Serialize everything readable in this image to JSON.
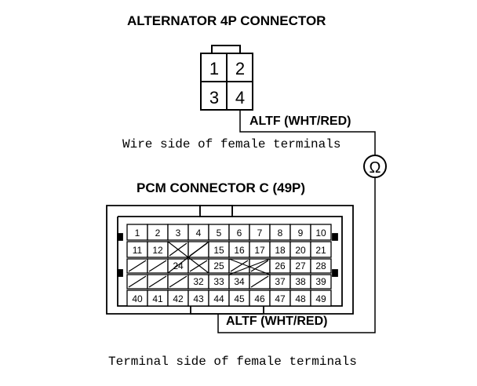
{
  "alternator": {
    "title": "ALTERNATOR 4P CONNECTOR",
    "pins": [
      "1",
      "2",
      "3",
      "4"
    ],
    "wire_label": "ALTF (WHT/RED)"
  },
  "alternator_view": "Wire side of female terminals",
  "meter": {
    "symbol": "Ω"
  },
  "pcm": {
    "title": "PCM CONNECTOR C (49P)",
    "row1": [
      "1",
      "2",
      "3",
      "4",
      "5",
      "6",
      "7",
      "8",
      "9",
      "10"
    ],
    "row2": [
      "11",
      "12",
      "",
      "",
      "15",
      "16",
      "17",
      "18",
      "20",
      "21"
    ],
    "row3": [
      "",
      "",
      "24",
      "",
      "25",
      "",
      "",
      "26",
      "27",
      "28"
    ],
    "row4": [
      "",
      "",
      "",
      "32",
      "33",
      "34",
      "",
      "37",
      "38",
      "39"
    ],
    "row5": [
      "40",
      "41",
      "42",
      "43",
      "44",
      "45",
      "46",
      "47",
      "48",
      "49"
    ],
    "wire_label": "ALTF (WHT/RED)"
  },
  "pcm_view": "Terminal side of female terminals"
}
